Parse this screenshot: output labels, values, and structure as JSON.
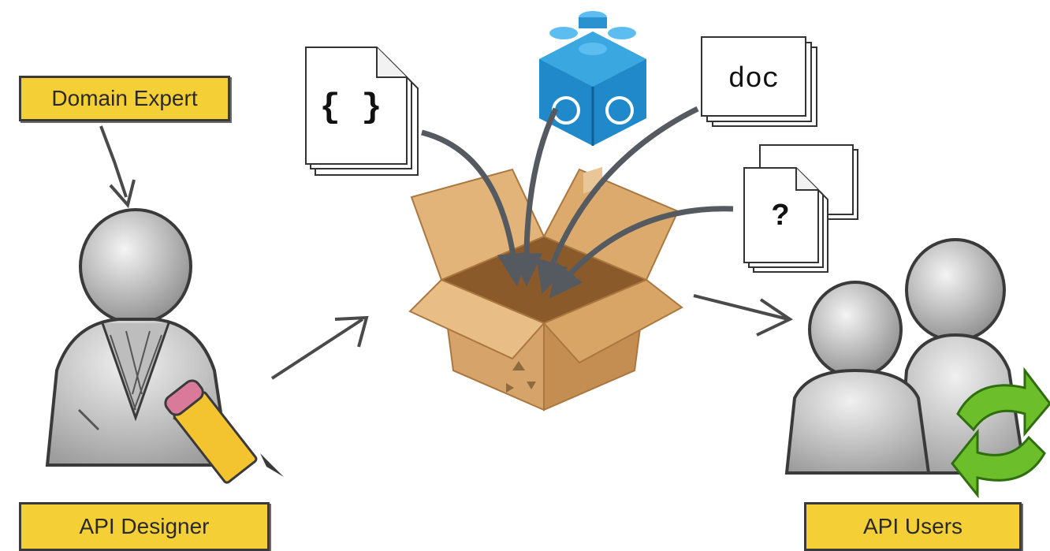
{
  "labels": {
    "domain_expert": "Domain Expert",
    "api_designer": "API Designer",
    "api_users": "API Users"
  },
  "documents": {
    "json_symbol": "{ }",
    "doc_text": "doc",
    "question_mark": "?"
  },
  "icons": {
    "component": "lego-brick-icon",
    "box": "cardboard-box-icon",
    "refresh": "refresh-arrows-icon",
    "pencil": "pencil-icon",
    "recycle": "recycle-icon"
  },
  "colors": {
    "label_fill": "#f5cf36",
    "label_border": "#3a3a3a",
    "box_tan": "#d6a46a",
    "brick_blue": "#1f89c9",
    "refresh_green": "#6cbf2a",
    "arrow_gray": "#555a60"
  }
}
